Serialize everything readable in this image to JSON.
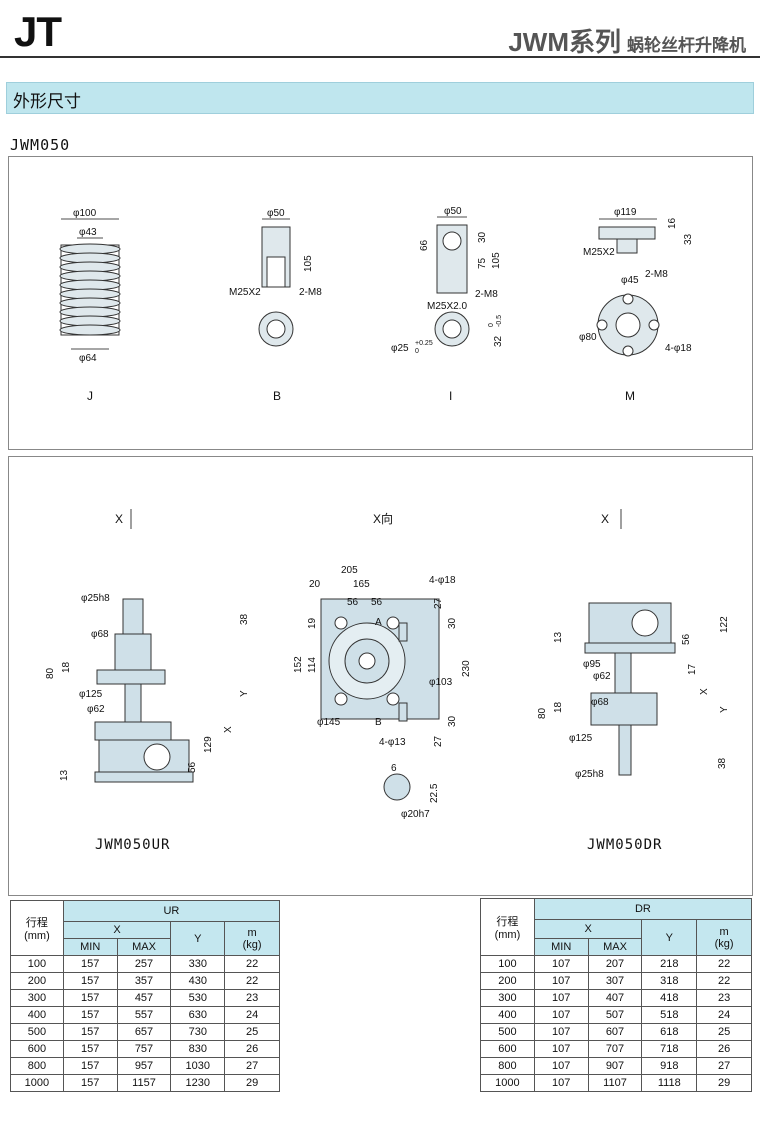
{
  "header": {
    "logo": "JT",
    "series": "JWM系列",
    "subtitle": "蜗轮丝杆升降机"
  },
  "section": {
    "title": "外形尺寸"
  },
  "model": "JWM050",
  "accessories": [
    {
      "label": "J",
      "dims": [
        "φ100",
        "φ43",
        "φ64"
      ]
    },
    {
      "label": "B",
      "dims": [
        "φ50",
        "105",
        "M25X2",
        "2-M8"
      ]
    },
    {
      "label": "I",
      "dims": [
        "φ50",
        "66",
        "30",
        "75",
        "105",
        "M25X2.0",
        "2-M8",
        "φ25",
        "+0.25",
        "0",
        "32",
        "0",
        "-0.5"
      ]
    },
    {
      "label": "M",
      "dims": [
        "φ119",
        "16",
        "33",
        "M25X2",
        "2-M8",
        "φ45",
        "φ80",
        "4-φ18"
      ]
    }
  ],
  "views": {
    "x_arrow": "X",
    "x_view": "X向",
    "ur_caption": "JWM050UR",
    "dr_caption": "JWM050DR",
    "ur_dims": [
      "φ25h8",
      "38",
      "φ68",
      "80",
      "18",
      "φ125",
      "φ62",
      "Y",
      "X",
      "129",
      "56",
      "13"
    ],
    "center_dims": [
      "205",
      "20",
      "165",
      "4-φ18",
      "56",
      "56",
      "A",
      "27",
      "19",
      "30",
      "152",
      "114",
      "φ103",
      "230",
      "φ145",
      "B",
      "4-φ13",
      "30",
      "27",
      "6",
      "22.5",
      "φ20h7"
    ],
    "dr_dims": [
      "13",
      "56",
      "122",
      "φ95",
      "φ62",
      "17",
      "X",
      "Y",
      "φ68",
      "80",
      "18",
      "φ125",
      "φ25h8",
      "38"
    ]
  },
  "table_ur": {
    "stroke_label": "行程",
    "stroke_unit": "(mm)",
    "group": "UR",
    "x": "X",
    "min": "MIN",
    "max": "MAX",
    "y": "Y",
    "m": "m",
    "kg": "(kg)",
    "rows": [
      [
        "100",
        "157",
        "257",
        "330",
        "22"
      ],
      [
        "200",
        "157",
        "357",
        "430",
        "22"
      ],
      [
        "300",
        "157",
        "457",
        "530",
        "23"
      ],
      [
        "400",
        "157",
        "557",
        "630",
        "24"
      ],
      [
        "500",
        "157",
        "657",
        "730",
        "25"
      ],
      [
        "600",
        "157",
        "757",
        "830",
        "26"
      ],
      [
        "800",
        "157",
        "957",
        "1030",
        "27"
      ],
      [
        "1000",
        "157",
        "1157",
        "1230",
        "29"
      ]
    ]
  },
  "table_dr": {
    "stroke_label": "行程",
    "stroke_unit": "(mm)",
    "group": "DR",
    "x": "X",
    "min": "MIN",
    "max": "MAX",
    "y": "Y",
    "m": "m",
    "kg": "(kg)",
    "rows": [
      [
        "100",
        "107",
        "207",
        "218",
        "22"
      ],
      [
        "200",
        "107",
        "307",
        "318",
        "22"
      ],
      [
        "300",
        "107",
        "407",
        "418",
        "23"
      ],
      [
        "400",
        "107",
        "507",
        "518",
        "24"
      ],
      [
        "500",
        "107",
        "607",
        "618",
        "25"
      ],
      [
        "600",
        "107",
        "707",
        "718",
        "26"
      ],
      [
        "800",
        "107",
        "907",
        "918",
        "27"
      ],
      [
        "1000",
        "107",
        "1107",
        "1118",
        "29"
      ]
    ]
  }
}
